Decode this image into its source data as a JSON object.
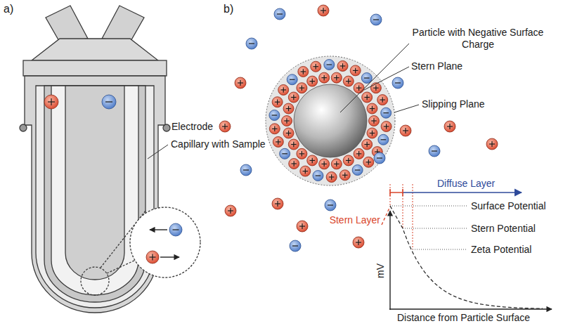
{
  "diagram": {
    "labels": [
      "a)",
      "b)",
      "Electrode",
      "Capillary with Sample",
      "Particle with Negative Surface Charge",
      "Stern Plane",
      "Slipping Plane",
      "Diffuse Layer",
      "Stern Layer",
      "Surface Potential",
      "Stern Potential",
      "Zeta Potential",
      "mV",
      "Distance from Particle Surface"
    ]
  }
}
